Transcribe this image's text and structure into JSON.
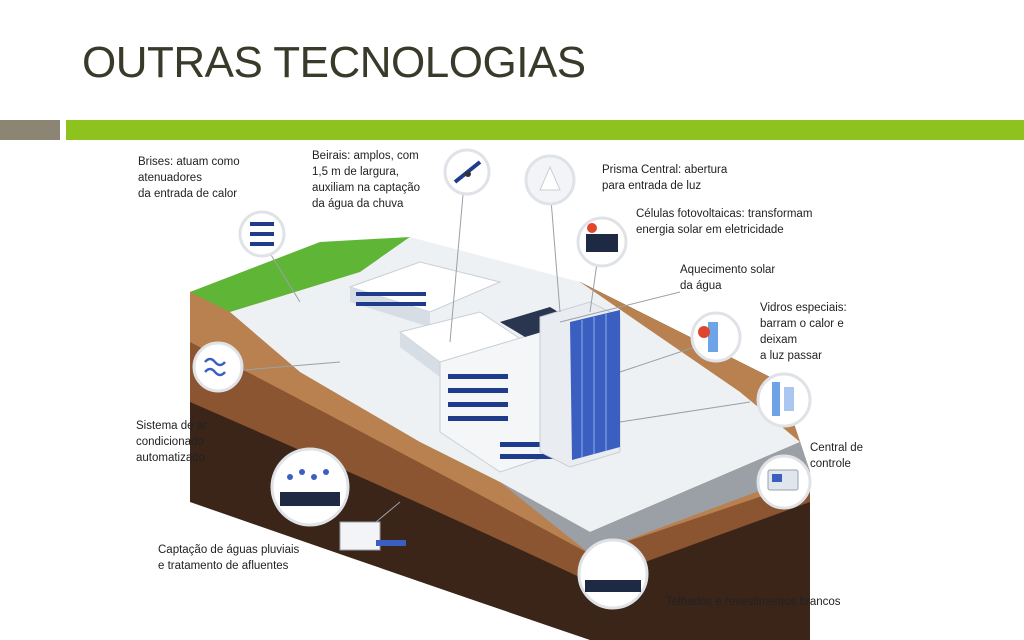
{
  "slide": {
    "title": "OUTRAS TECNOLOGIAS"
  },
  "diagram": {
    "labels": {
      "brises": "Brises: atuam como\natenuadores\nda entrada de calor",
      "beirais": "Beirais: amplos, com\n1,5 m de largura,\nauxiliam na captação\nda água da chuva",
      "prisma": "Prisma Central: abertura\npara entrada de luz",
      "celulas": "Células fotovoltaicas: transformam\nenergia solar em eletricidade",
      "aquecimento": "Aquecimento solar\nda água",
      "vidros": "Vidros especiais:\nbarram o calor e\ndeixam\na luz passar",
      "ar": "Sistema de ar\ncondicionado\nautomatizado",
      "central": "Central de\ncontrole",
      "captacao": "Captação de águas pluviais\ne tratamento de afluentes",
      "telhados": "Telhados e revestimentos brancos"
    },
    "icons": [
      "brise-icon",
      "beiral-icon",
      "prism-icon",
      "solar-panel-icon",
      "heater-icon",
      "glass-icon",
      "air-conditioning-icon",
      "control-panel-icon",
      "rainwater-icon",
      "drainage-icon"
    ]
  }
}
